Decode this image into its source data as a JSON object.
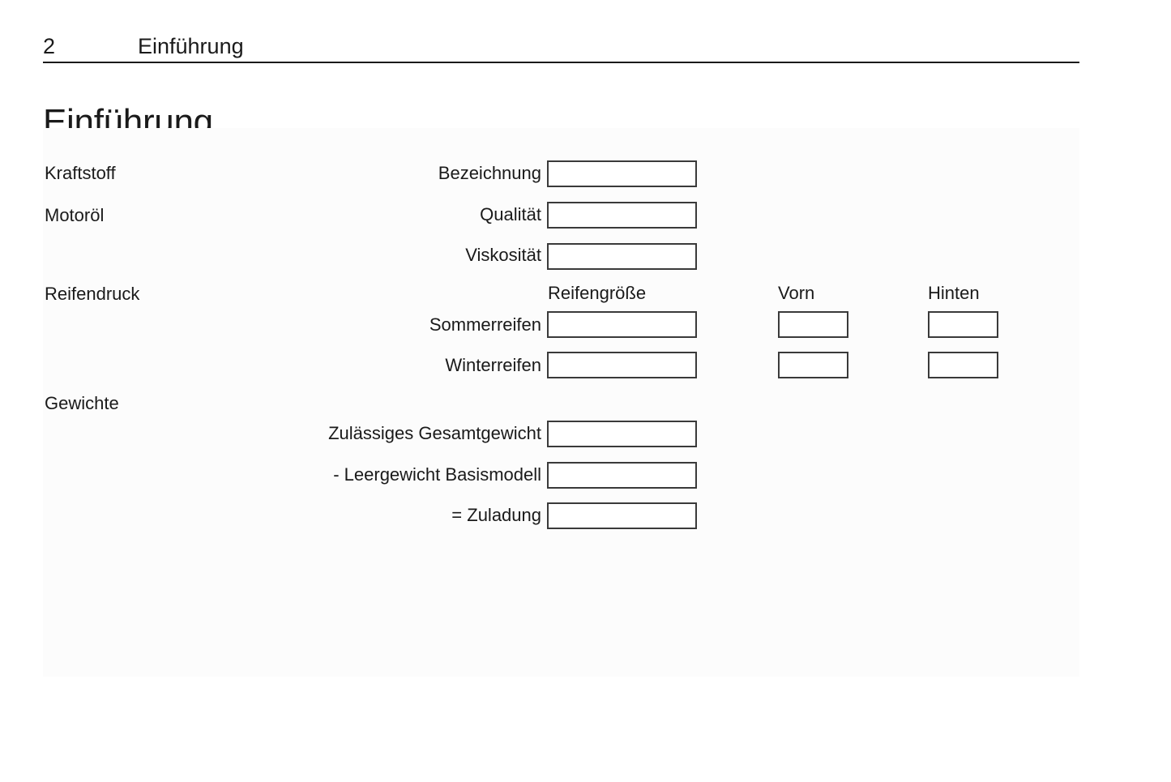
{
  "running_head": {
    "page_number": "2",
    "section": "Einführung"
  },
  "page_title": "Einführung",
  "form": {
    "sections": [
      {
        "key": "kraftstoff",
        "label": "Kraftstoff"
      },
      {
        "key": "motoroel",
        "label": "Motoröl"
      },
      {
        "key": "reifendruck",
        "label": "Reifendruck"
      },
      {
        "key": "gewichte",
        "label": "Gewichte"
      }
    ],
    "tyre_columns": {
      "size": "Reifengröße",
      "front": "Vorn",
      "rear": "Hinten"
    },
    "fields": [
      {
        "key": "bezeichnung",
        "label": "Bezeichnung",
        "value": ""
      },
      {
        "key": "qualitaet",
        "label": "Qualität",
        "value": ""
      },
      {
        "key": "viskositaet",
        "label": "Viskosität",
        "value": ""
      },
      {
        "key": "sommerreifen",
        "label": "Sommerreifen",
        "value": "",
        "front": "",
        "rear": ""
      },
      {
        "key": "winterreifen",
        "label": "Winterreifen",
        "value": "",
        "front": "",
        "rear": ""
      },
      {
        "key": "gesamtgewicht",
        "label": "Zulässiges Gesamtgewicht",
        "value": ""
      },
      {
        "key": "leergewicht",
        "label": "- Leergewicht Basismodell",
        "value": ""
      },
      {
        "key": "zuladung",
        "label": "= Zuladung",
        "value": ""
      }
    ]
  },
  "colors": {
    "text": "#1a1a1a",
    "box_border": "#3a3a3a",
    "panel_background": "#fcfcfc",
    "rule": "#1a1a1a"
  }
}
